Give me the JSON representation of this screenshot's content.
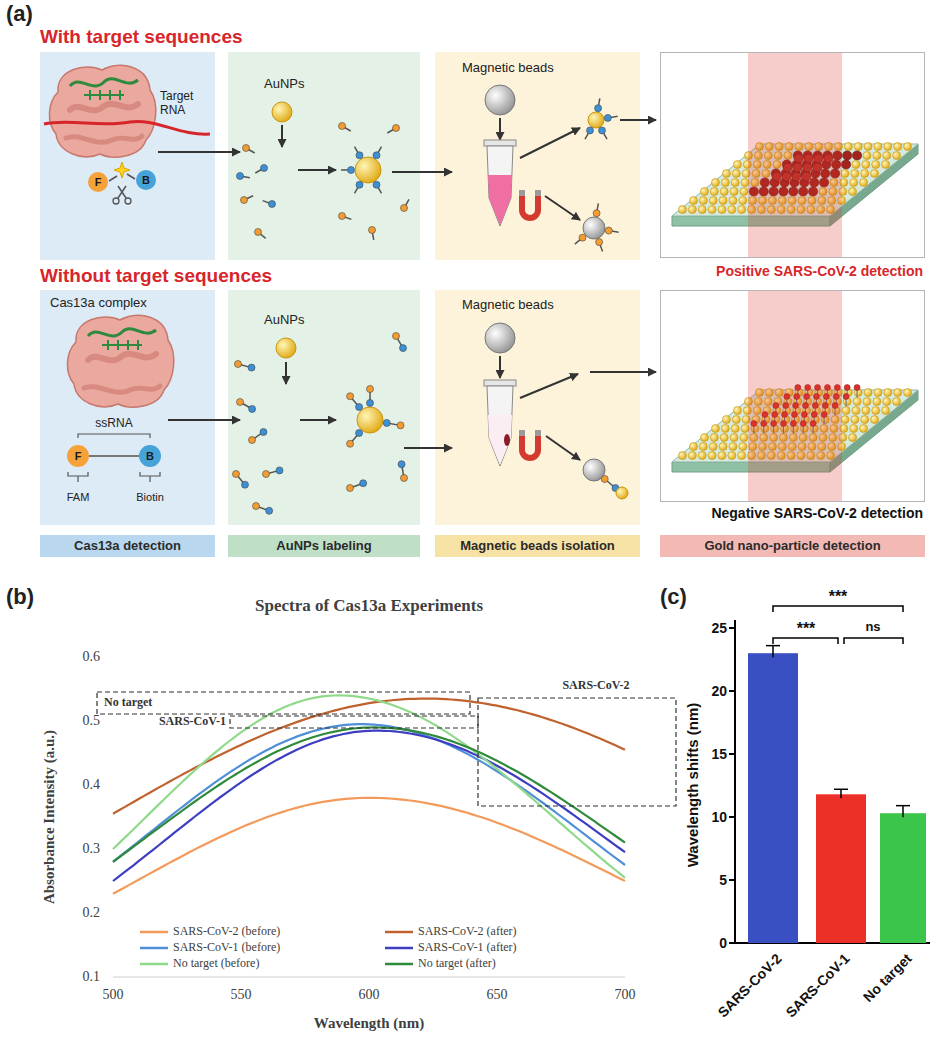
{
  "diagram": {
    "nodes": [
      {
        "text": [
          "Target RNA"
        ]
      },
      {
        "text": [
          "F"
        ],
        "in": 0
      },
      {
        "text": [
          "B"
        ],
        "in": 0
      },
      {
        "text": [
          "AuNPs"
        ]
      },
      {
        "text": [
          "Magnetic beads"
        ]
      },
      {
        "text": [
          "Positive SARS-CoV-2 detection"
        ]
      },
      {
        "text": [
          "Cas13a complex",
          "ssRNA",
          "FAM",
          "Biotin"
        ]
      },
      {
        "text": [
          "F"
        ],
        "in": 6
      },
      {
        "text": [
          "B"
        ],
        "in": 6
      },
      {
        "text": [
          "AuNPs"
        ]
      },
      {
        "text": [
          "Magnetic beads"
        ]
      },
      {
        "text": [
          "Negative SARS-CoV-2 detection"
        ]
      },
      {
        "text": [
          "Cas13a detection"
        ]
      },
      {
        "text": [
          "AuNPs labeling"
        ]
      },
      {
        "text": [
          "Magnetic beads isolation"
        ]
      },
      {
        "text": [
          "Gold nano-particle detection"
        ]
      }
    ],
    "labels": [
      "(a)",
      "With target sequences",
      "Without target sequences",
      "(b)",
      "Spectra of Cas13a Experiments",
      "Absorbance Intensity (a.u.)",
      "0.6",
      "0.5",
      "0.4",
      "0.3",
      "0.2",
      "0.1",
      "500",
      "550",
      "600",
      "650",
      "700",
      "Wavelength (nm)",
      "No target",
      "SARS-CoV-2",
      "SARS-CoV-1",
      "(c)",
      "Wavelength shifts (nm)",
      "25",
      "20",
      "15",
      "10",
      "5",
      "0",
      "SARS-CoV-2",
      "SARS-CoV-1",
      "No target",
      "***",
      "***",
      "ns"
    ],
    "legend": [
      {
        "text": "SARS-CoV-2 (before)"
      },
      {
        "text": "SARS-CoV-2 (after)"
      },
      {
        "text": "SARS-CoV-1 (before)"
      },
      {
        "text": "SARS-CoV-1 (after)"
      },
      {
        "text": "No target (before)"
      },
      {
        "text": "No target (after)"
      }
    ]
  }
}
